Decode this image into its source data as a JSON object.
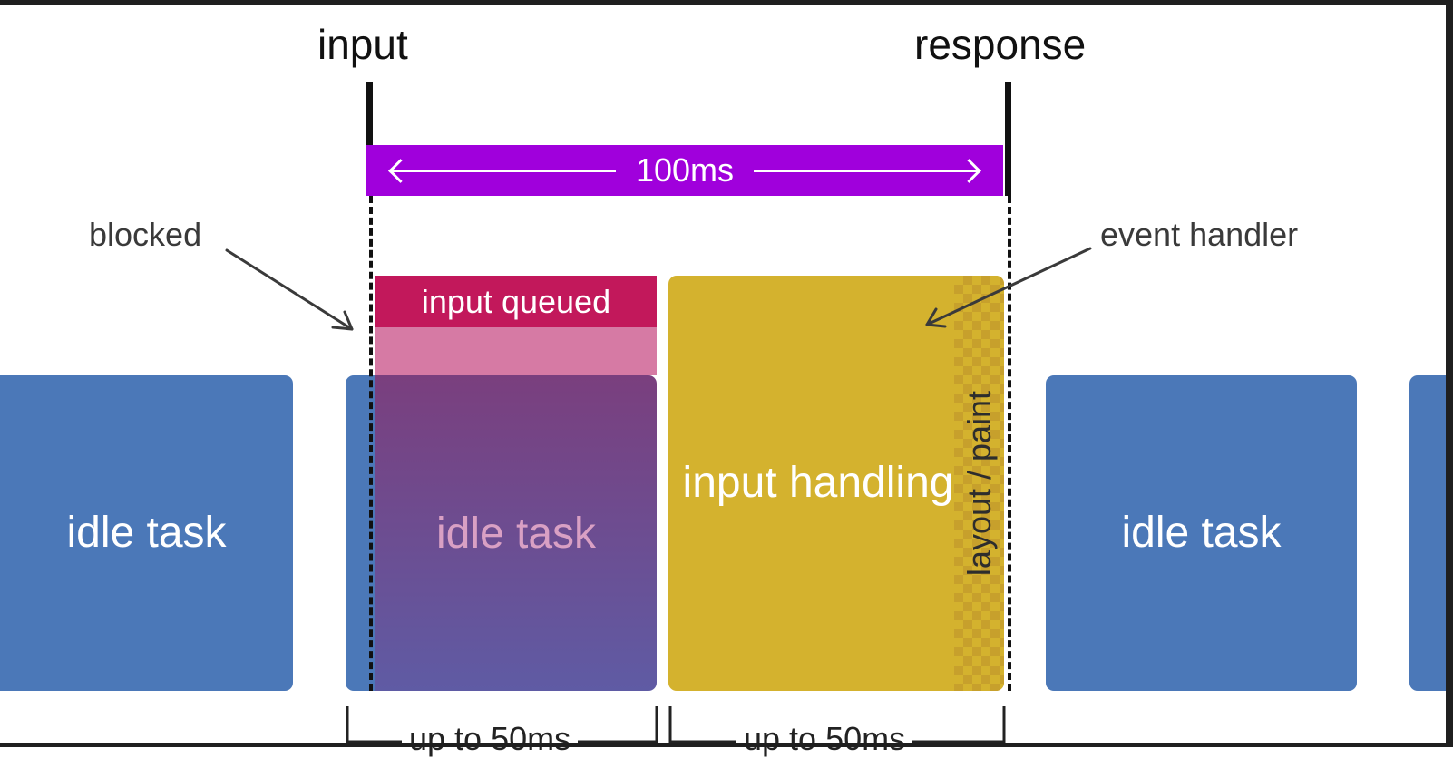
{
  "labels": {
    "input": "input",
    "response": "response",
    "blocked": "blocked",
    "event_handler": "event handler",
    "duration": "100ms",
    "input_queued": "input queued",
    "layout_paint": "layout / paint",
    "bottom_left": "up to 50ms",
    "bottom_right": "up to 50ms"
  },
  "blocks": {
    "idle1": "idle task",
    "idle2": "idle task",
    "input_handling": "input handling",
    "idle3": "idle task"
  },
  "colors": {
    "idle_blue": "#4b78b8",
    "response_purple": "#a000dc",
    "queued_red": "#c2185b",
    "handling_yellow": "#d4b22e"
  }
}
